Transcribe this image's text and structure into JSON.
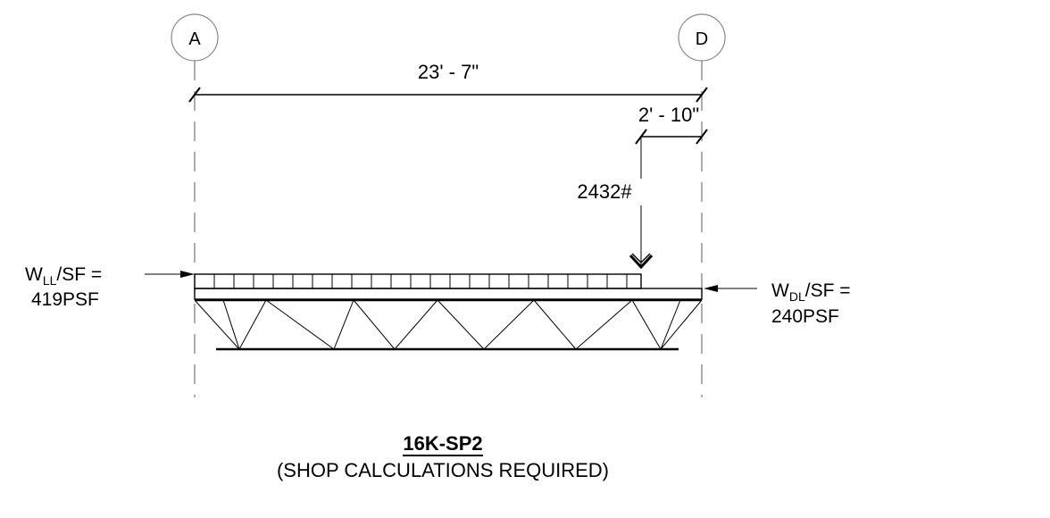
{
  "grid": {
    "left": "A",
    "right": "D"
  },
  "dimensions": {
    "overall": "23' - 7\"",
    "offset": "2' - 10\""
  },
  "point_load": "2432#",
  "live_load": {
    "label_main": "W",
    "label_sub": "LL",
    "label_suffix": "/SF =",
    "value": "419PSF"
  },
  "dead_load": {
    "label_main": "W",
    "label_sub": "DL",
    "label_suffix": "/SF =",
    "value": "240PSF"
  },
  "joist": {
    "designation": "16K-SP2",
    "note": "(SHOP CALCULATIONS REQUIRED)"
  }
}
